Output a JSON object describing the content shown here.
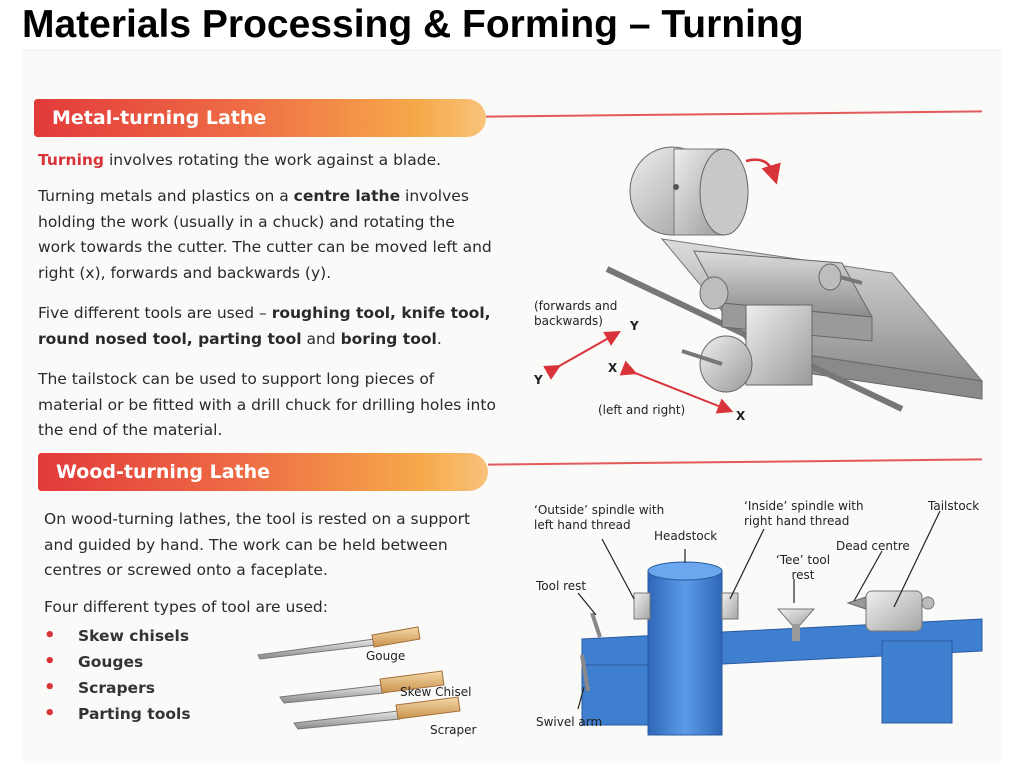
{
  "title": "Materials Processing & Forming – Turning",
  "metal": {
    "heading": "Metal-turning Lathe",
    "p1": {
      "term": "Turning",
      "rest": " involves rotating the work against a blade."
    },
    "p2": {
      "a": "Turning metals and plastics on a ",
      "term": "centre lathe",
      "b": " involves holding the work (usually in a chuck) and rotating the work towards the cutter. The cutter can be moved left and right (x), forwards and backwards (y)."
    },
    "p3": {
      "a": "Five different tools are used – ",
      "tools": "roughing tool, knife tool, round nosed tool, parting tool",
      "and": " and ",
      "last": "boring tool",
      "end": "."
    },
    "p4": "The tailstock can be used to support long pieces of material or be fitted with a drill chuck for drilling holes into the end of the material.",
    "diagram": {
      "fb_label": "(forwards and backwards)",
      "lr_label": "(left and right)",
      "y_top": "Y",
      "y_bottom": "Y",
      "x_top": "X",
      "x_bottom": "X"
    }
  },
  "wood": {
    "heading": "Wood-turning Lathe",
    "p1": "On wood-turning lathes, the tool is rested on a support and guided by hand. The work can be held between centres or screwed onto a faceplate.",
    "p2": "Four different types of tool are used:",
    "tools": [
      "Skew chisels",
      "Gouges",
      "Scrapers",
      "Parting tools"
    ],
    "tool_labels": {
      "gouge": "Gouge",
      "skew": "Skew Chisel",
      "scraper": "Scraper"
    },
    "diagram": {
      "outside_spindle": "‘Outside’ spindle with left hand thread",
      "headstock": "Headstock",
      "inside_spindle": "‘Inside’ spindle with right hand thread",
      "tailstock": "Tailstock",
      "dead_centre": "Dead centre",
      "tee_rest": "‘Tee’ tool rest",
      "tool_rest": "Tool rest",
      "swivel_arm": "Swivel arm"
    }
  },
  "colors": {
    "accent": "#d9333a",
    "tab_start": "#e23a3a",
    "tab_end": "#f8c37a",
    "machine_blue": "#3f7fd0"
  }
}
